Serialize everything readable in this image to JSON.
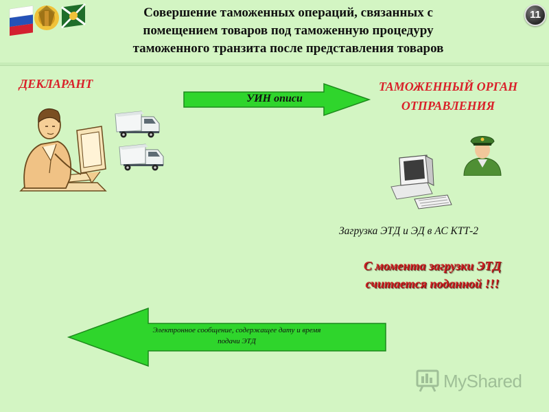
{
  "header": {
    "title_lines": [
      "Совершение таможенных операций, связанных с",
      "помещением товаров под таможенную процедуру",
      "таможенного транзита после представления товаров"
    ],
    "slide_number": "11"
  },
  "labels": {
    "declarant": "ДЕКЛАРАНТ",
    "customs_office_line1": "ТАМОЖЕННЫЙ ОРГАН",
    "customs_office_line2": "ОТПРАВЛЕНИЯ",
    "upload": "Загрузка ЭТД и ЭД в АС КТТ-2",
    "notice_line1": "С момента загрузки ЭТД",
    "notice_line2": "считается поданной !!!"
  },
  "arrows": {
    "forward_label": "УИН описи",
    "back_label_line1": "Электронное сообщение, содержащее дату и время",
    "back_label_line2": "подачи ЭТД"
  },
  "watermark": {
    "text": "MyShared"
  },
  "icons": [
    "flags-emblem-icon",
    "person-at-computer-icon",
    "truck-icon",
    "computer-icon",
    "customs-officer-icon",
    "presentation-icon"
  ],
  "colors": {
    "background": "#d3f5c3",
    "arrow_fill": "#2fd52c",
    "accent_red": "#d9212a"
  }
}
